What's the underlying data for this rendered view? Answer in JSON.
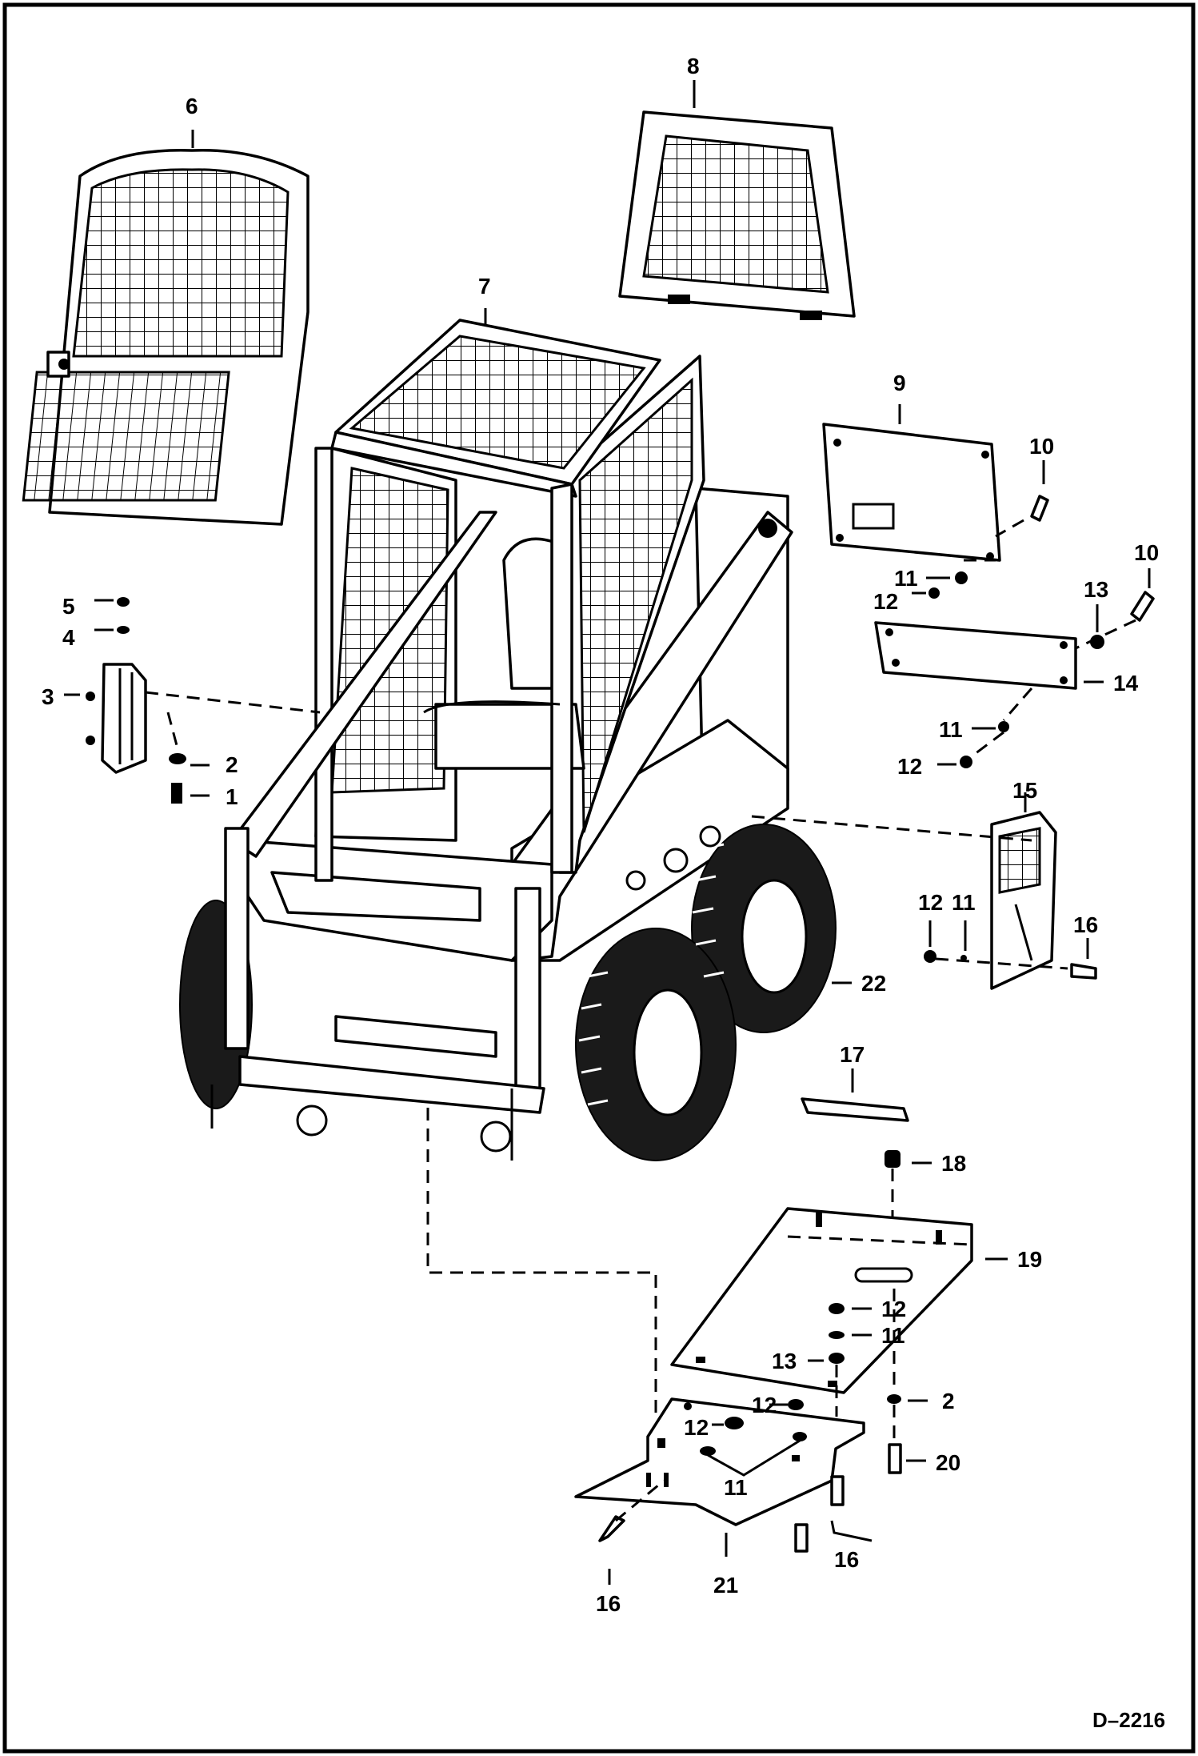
{
  "document_id": "D–2216",
  "callouts": [
    {
      "id": "c1",
      "text": "1"
    },
    {
      "id": "c2a",
      "text": "2"
    },
    {
      "id": "c3",
      "text": "3"
    },
    {
      "id": "c4",
      "text": "4"
    },
    {
      "id": "c5",
      "text": "5"
    },
    {
      "id": "c6",
      "text": "6"
    },
    {
      "id": "c7",
      "text": "7"
    },
    {
      "id": "c8",
      "text": "8"
    },
    {
      "id": "c9",
      "text": "9"
    },
    {
      "id": "c10a",
      "text": "10"
    },
    {
      "id": "c10b",
      "text": "10"
    },
    {
      "id": "c11a",
      "text": "11"
    },
    {
      "id": "c12a",
      "text": "12"
    },
    {
      "id": "c13a",
      "text": "13"
    },
    {
      "id": "c14",
      "text": "14"
    },
    {
      "id": "c11b",
      "text": "11"
    },
    {
      "id": "c12b",
      "text": "12"
    },
    {
      "id": "c15",
      "text": "15"
    },
    {
      "id": "c12c",
      "text": "12"
    },
    {
      "id": "c11c",
      "text": "11"
    },
    {
      "id": "c16a",
      "text": "16"
    },
    {
      "id": "c22",
      "text": "22"
    },
    {
      "id": "c17",
      "text": "17"
    },
    {
      "id": "c18",
      "text": "18"
    },
    {
      "id": "c19",
      "text": "19"
    },
    {
      "id": "c12d",
      "text": "12"
    },
    {
      "id": "c11d",
      "text": "11"
    },
    {
      "id": "c13b",
      "text": "13"
    },
    {
      "id": "c12e",
      "text": "12"
    },
    {
      "id": "c2b",
      "text": "2"
    },
    {
      "id": "c12f",
      "text": "12"
    },
    {
      "id": "c20",
      "text": "20"
    },
    {
      "id": "c11e",
      "text": "11"
    },
    {
      "id": "c16b",
      "text": "16"
    },
    {
      "id": "c21",
      "text": "21"
    },
    {
      "id": "c16c",
      "text": "16"
    }
  ]
}
